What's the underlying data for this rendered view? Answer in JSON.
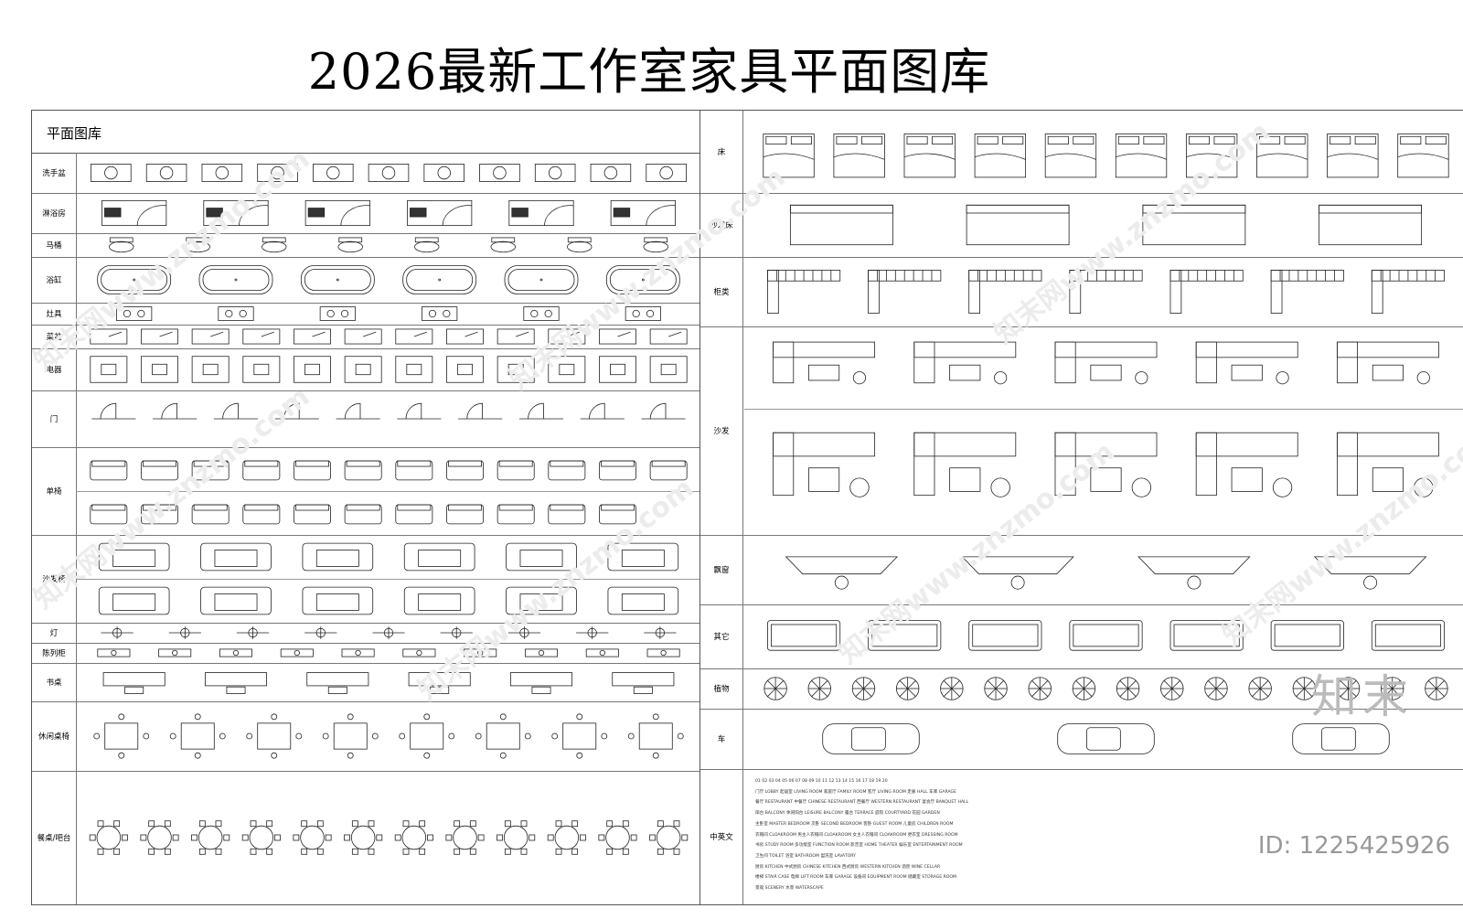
{
  "title": "2026最新工作室家具平面图库",
  "library_header": "平面图库",
  "left_rows": [
    {
      "label": "洗手盆",
      "shape": "sink",
      "count": 11
    },
    {
      "label": "淋浴房",
      "shape": "shower",
      "count": 6
    },
    {
      "label": "马桶",
      "shape": "toilet",
      "count": 8
    },
    {
      "label": "浴缸",
      "shape": "tub",
      "count": 6
    },
    {
      "label": "灶具",
      "shape": "stove",
      "count": 6
    },
    {
      "label": "菜盆",
      "shape": "basin",
      "count": 12
    },
    {
      "label": "电器",
      "shape": "appliance",
      "count": 12
    },
    {
      "label": "门",
      "shape": "door",
      "count": 10
    },
    {
      "label": "单椅",
      "shape": "chair",
      "count": 23
    },
    {
      "label": "沙发椅",
      "shape": "armchair",
      "count": 12
    },
    {
      "label": "灯",
      "shape": "lamp",
      "count": 9
    },
    {
      "label": "陈列柜",
      "shape": "cabinet",
      "count": 10
    },
    {
      "label": "书桌",
      "shape": "desk",
      "count": 6
    },
    {
      "label": "休闲桌椅",
      "shape": "table",
      "count": 8
    },
    {
      "label": "餐桌/吧台",
      "shape": "dining",
      "count": 12
    }
  ],
  "right_rows": [
    {
      "label": "床",
      "shape": "bed",
      "count": 10
    },
    {
      "label": "沙发床",
      "shape": "sofabed",
      "count": 4
    },
    {
      "label": "柜类",
      "shape": "wardrobe",
      "count": 7
    },
    {
      "label": "沙发",
      "shape": "sofa",
      "count": 10
    },
    {
      "label": "飘窗",
      "shape": "baywindow",
      "count": 4
    },
    {
      "label": "其它",
      "shape": "other",
      "count": 7
    },
    {
      "label": "植物",
      "shape": "plant",
      "count": 16
    },
    {
      "label": "车",
      "shape": "car",
      "count": 3
    },
    {
      "label": "中英文",
      "shape": "text",
      "count": 0
    }
  ],
  "text_lines": [
    "01  02  03  04  05  06  07  08  09  10  11  12  13  14  15  16  17  18  19  20",
    "门厅 LOBBY   起居室 LIVING ROOM   家庭厅 FAMILY ROOM   客厅 LIVING ROOM   走廊 HALL   车库 GARAGE",
    "餐厅 RESTAURANT   中餐厅 CHINESE RESTAURANT   西餐厅 WESTERN RESTAURANT   宴会厅 BANQUET HALL",
    "阳台 BALCONY   休闲阳台 LEISURE BALCONY   露台 TERRACE   庭院 COURTYARD   花园 GARDEN",
    "主卧室 MASTER BEDROOM   次卧 SECOND BEDROOM   客卧 GUEST ROOM   儿童房 CHILDREN ROOM",
    "衣帽间 CLOAKROOM   男主人衣帽间 CLOAKROOM   女主人衣帽间 CLOAKROOM   更衣室 DRESSING ROOM",
    "书房 STUDY ROOM   多功能室 FUNCTION ROOM   影音室 HOME THEATER   娱乐室 ENTERTAINMENT ROOM",
    "卫生间 TOILET   浴室 BATHROOM   盥洗室 LAVATORY",
    "厨房 KITCHEN   中式厨房 CHINESE KITCHEN   西式厨房 WESTERN KITCHEN   酒窖 WINE CELLAR",
    "楼梯 STAIR CASE   电梯 LIFT ROOM   车库 GARAGE   设备间 EQUIPMENT ROOM   储藏室 STORAGE ROOM",
    "景观 SCENERY   水景 WATERSCAPE"
  ],
  "brand_text": "知末",
  "id_text": "ID: 1225425926",
  "watermark": "知末网www.znzmo.com"
}
